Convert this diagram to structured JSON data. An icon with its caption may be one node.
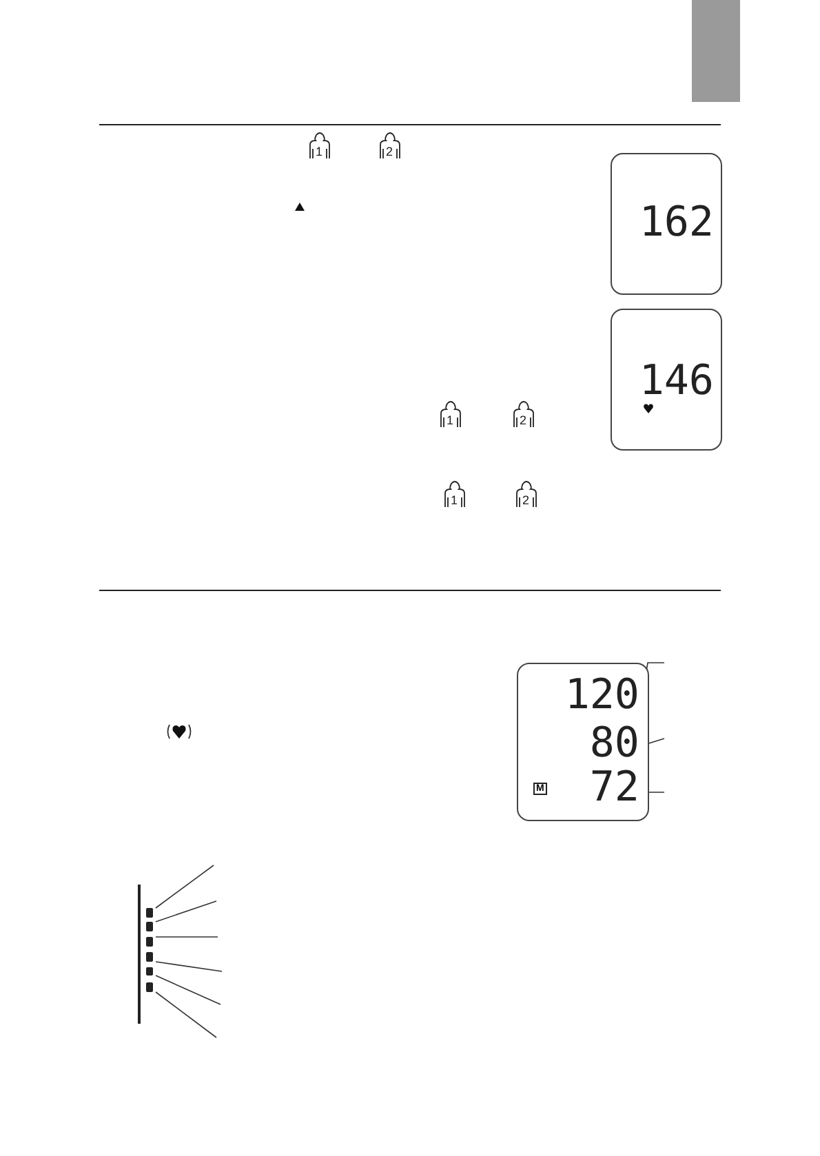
{
  "diagram": {
    "nodes": [
      {
        "text": [
          "162"
        ]
      },
      {
        "text": [
          "146"
        ]
      },
      {
        "text": [],
        "shape": "box"
      },
      {
        "text": [
          "120"
        ],
        "in": 2
      },
      {
        "text": [
          "80"
        ],
        "in": 2
      },
      {
        "text": [
          "72"
        ],
        "in": 2
      },
      {
        "text": [],
        "shape": "bar"
      },
      {
        "text": [],
        "shape": "bar"
      },
      {
        "text": [],
        "shape": "bar"
      },
      {
        "text": [],
        "shape": "bar"
      },
      {
        "text": [],
        "shape": "bar"
      },
      {
        "text": [],
        "shape": "bar"
      }
    ],
    "edges": [
      {
        "from": null,
        "to": 3,
        "arrow": "none"
      },
      {
        "from": null,
        "to": 4,
        "arrow": "none"
      },
      {
        "from": null,
        "to": 5,
        "arrow": "none"
      },
      {
        "from": null,
        "to": 6,
        "arrow": "none"
      },
      {
        "from": null,
        "to": 7,
        "arrow": "none"
      },
      {
        "from": null,
        "to": 8,
        "arrow": "none"
      },
      {
        "from": null,
        "to": 9,
        "arrow": "none"
      },
      {
        "from": null,
        "to": 10,
        "arrow": "none"
      },
      {
        "from": null,
        "to": 11,
        "arrow": "none"
      }
    ],
    "labels": [
      "1",
      "2",
      "1",
      "2",
      "1",
      "2",
      "M"
    ]
  }
}
